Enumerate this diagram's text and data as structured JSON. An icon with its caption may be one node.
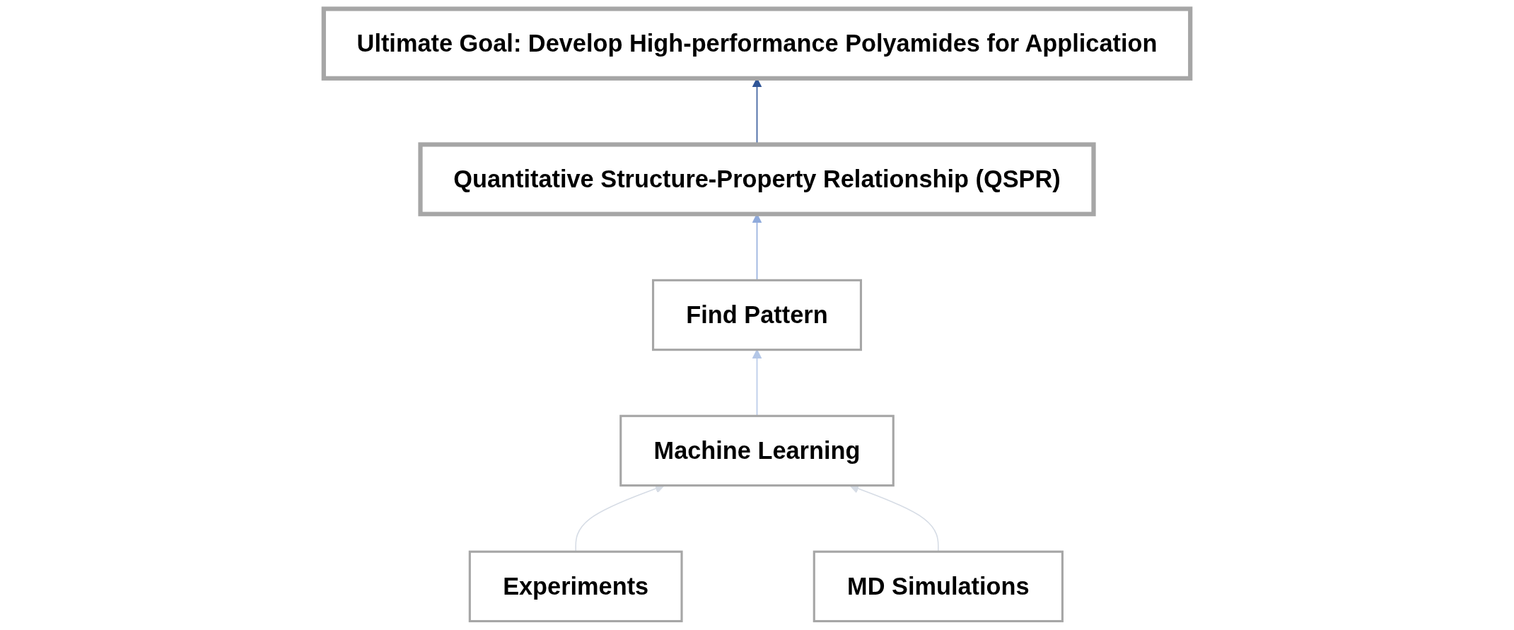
{
  "diagram": {
    "nodes": [
      {
        "text": [
          "Ultimate Goal: Develop High-performance Polyamides for Application"
        ]
      },
      {
        "text": [
          "Quantitative Structure-Property Relationship (QSPR)"
        ]
      },
      {
        "text": [
          "Find Pattern"
        ]
      },
      {
        "text": [
          "Machine Learning"
        ]
      },
      {
        "text": [
          "Experiments"
        ]
      },
      {
        "text": [
          "MD Simulations"
        ]
      }
    ],
    "edges": [
      {
        "from": 4,
        "to": 3,
        "arrow": "to",
        "color": "#d6dce5"
      },
      {
        "from": 5,
        "to": 3,
        "arrow": "to",
        "color": "#d6dce5"
      },
      {
        "from": 3,
        "to": 2,
        "arrow": "to",
        "color": "#b4c7e7"
      },
      {
        "from": 2,
        "to": 1,
        "arrow": "to",
        "color": "#8faadc"
      },
      {
        "from": 1,
        "to": 0,
        "arrow": "to",
        "color": "#2f5597"
      }
    ]
  }
}
